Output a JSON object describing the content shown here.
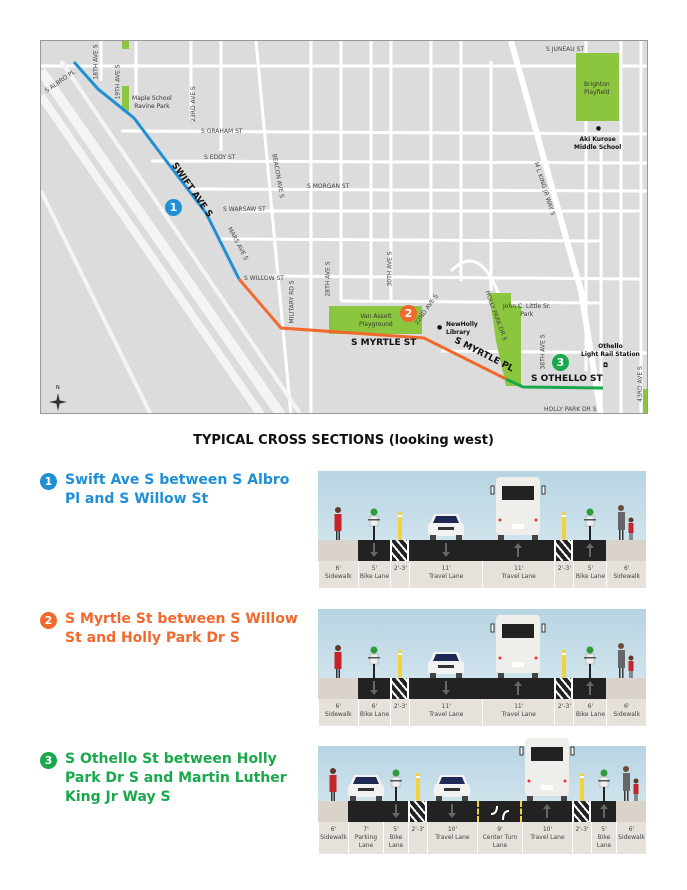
{
  "map": {
    "streets": {
      "albro": "S ALBRO PL",
      "ave18": "18TH AVE S",
      "ave19": "19TH AVE S",
      "ave23": "23RD AVE S",
      "graham": "S GRAHAM ST",
      "eddy": "S EDDY ST",
      "morgan": "S MORGAN ST",
      "warsaw": "S WARSAW ST",
      "beacon": "BEACON AVE S",
      "mars": "MARS AVE S",
      "willow": "S WILLOW ST",
      "military": "MILITARY RD S",
      "ave28": "28TH AVE S",
      "ave30": "30TH AVE S",
      "ave22": "22ND AVE S",
      "hollypark": "HOLLY PARK DR S",
      "hollypark2": "HOLLY PARK DR S",
      "ave38": "38TH AVE S",
      "ave43": "43RD AVE S",
      "juneau": "S JUNEAU ST",
      "mlk": "M L KING JR WAY S"
    },
    "routes": {
      "swift": "SWIFT AVE S",
      "myrtle_st": "S MYRTLE ST",
      "myrtle_pl": "S MYRTLE PL",
      "othello": "S OTHELLO ST"
    },
    "parks": {
      "maple": "Maple School\nRavine Park",
      "brighton": "Brighton\nPlayfield",
      "vanasselt": "Van Asselt\nPlayground",
      "johnlittle": "John C. Little Sr.\nPark"
    },
    "pois": {
      "school": "Aki Kurose\nMiddle School",
      "library": "NewHolly\nLibrary",
      "station": "Othello\nLight Rail Station"
    },
    "compass": "N"
  },
  "colors": {
    "seg1": "#1f8fd6",
    "seg2": "#f2692e",
    "seg3": "#1aa84c",
    "park": "#8cc63f",
    "map_bg": "#dcdcdc"
  },
  "title": "TYPICAL CROSS SECTIONS (looking west)",
  "sections": [
    {
      "num": "1",
      "heading": "Swift Ave S between S Albro Pl and S Willow St",
      "lanes": [
        {
          "type": "sidewalk",
          "w": 6,
          "label": "6'\nSidewalk",
          "figure": "pedestrian"
        },
        {
          "type": "bike",
          "w": 5,
          "label": "5'\nBike Lane",
          "arrow": "down",
          "figure": "cyclist"
        },
        {
          "type": "buffer",
          "w": 2.5,
          "label": "2'-3'",
          "figure": "bollard"
        },
        {
          "type": "travel",
          "w": 11,
          "label": "11'\nTravel Lane",
          "arrow": "down",
          "figure": "car"
        },
        {
          "type": "travel",
          "w": 11,
          "label": "11'\nTravel Lane",
          "arrow": "up",
          "figure": "bus"
        },
        {
          "type": "buffer",
          "w": 2.5,
          "label": "2'-3'",
          "figure": "bollard"
        },
        {
          "type": "bike",
          "w": 5,
          "label": "5'\nBike Lane",
          "arrow": "up",
          "figure": "cyclist"
        },
        {
          "type": "sidewalk",
          "w": 6,
          "label": "6'\nSidewalk",
          "figure": "pedestrians"
        }
      ]
    },
    {
      "num": "2",
      "heading": "S Myrtle St between S Willow St and Holly Park Dr S",
      "lanes": [
        {
          "type": "sidewalk",
          "w": 6,
          "label": "6'\nSidewalk",
          "figure": "pedestrian"
        },
        {
          "type": "bike",
          "w": 5,
          "label": "6'\nBike Lane",
          "arrow": "down",
          "figure": "cyclist"
        },
        {
          "type": "buffer",
          "w": 2.5,
          "label": "2'-3'",
          "figure": "bollard"
        },
        {
          "type": "travel",
          "w": 11,
          "label": "11'\nTravel Lane",
          "arrow": "down",
          "figure": "car"
        },
        {
          "type": "travel",
          "w": 11,
          "label": "11'\nTravel Lane",
          "arrow": "up",
          "figure": "bus"
        },
        {
          "type": "buffer",
          "w": 2.5,
          "label": "2'-3'",
          "figure": "bollard"
        },
        {
          "type": "bike",
          "w": 5,
          "label": "6'\nBike Lane",
          "arrow": "up",
          "figure": "cyclist"
        },
        {
          "type": "sidewalk",
          "w": 6,
          "label": "6'\nSidewalk",
          "figure": "pedestrians"
        }
      ]
    },
    {
      "num": "3",
      "heading": "S Othello St between Holly Park Dr S and Martin Luther King Jr Way S",
      "lanes": [
        {
          "type": "sidewalk",
          "w": 6,
          "label": "6'\nSidewalk",
          "figure": "pedestrian"
        },
        {
          "type": "parking",
          "w": 7,
          "label": "7'\nParking\nLane",
          "figure": "car"
        },
        {
          "type": "bike",
          "w": 5,
          "label": "5'\nBike\nLane",
          "arrow": "down",
          "figure": "cyclist"
        },
        {
          "type": "buffer",
          "w": 2.5,
          "label": "2'-3'",
          "figure": "bollard"
        },
        {
          "type": "travel",
          "w": 10,
          "label": "10'\nTravel Lane",
          "arrow": "down",
          "figure": "car"
        },
        {
          "type": "turn",
          "w": 9,
          "label": "9'\nCenter Turn\nLane",
          "arrow": "turn"
        },
        {
          "type": "travel",
          "w": 10,
          "label": "10'\nTravel Lane",
          "arrow": "up",
          "figure": "bus"
        },
        {
          "type": "buffer",
          "w": 2.5,
          "label": "2'-3'",
          "figure": "bollard"
        },
        {
          "type": "bike",
          "w": 5,
          "label": "5'\nBike\nLane",
          "arrow": "up",
          "figure": "cyclist"
        },
        {
          "type": "sidewalk",
          "w": 6,
          "label": "6'\nSidewalk",
          "figure": "pedestrians"
        }
      ]
    }
  ]
}
